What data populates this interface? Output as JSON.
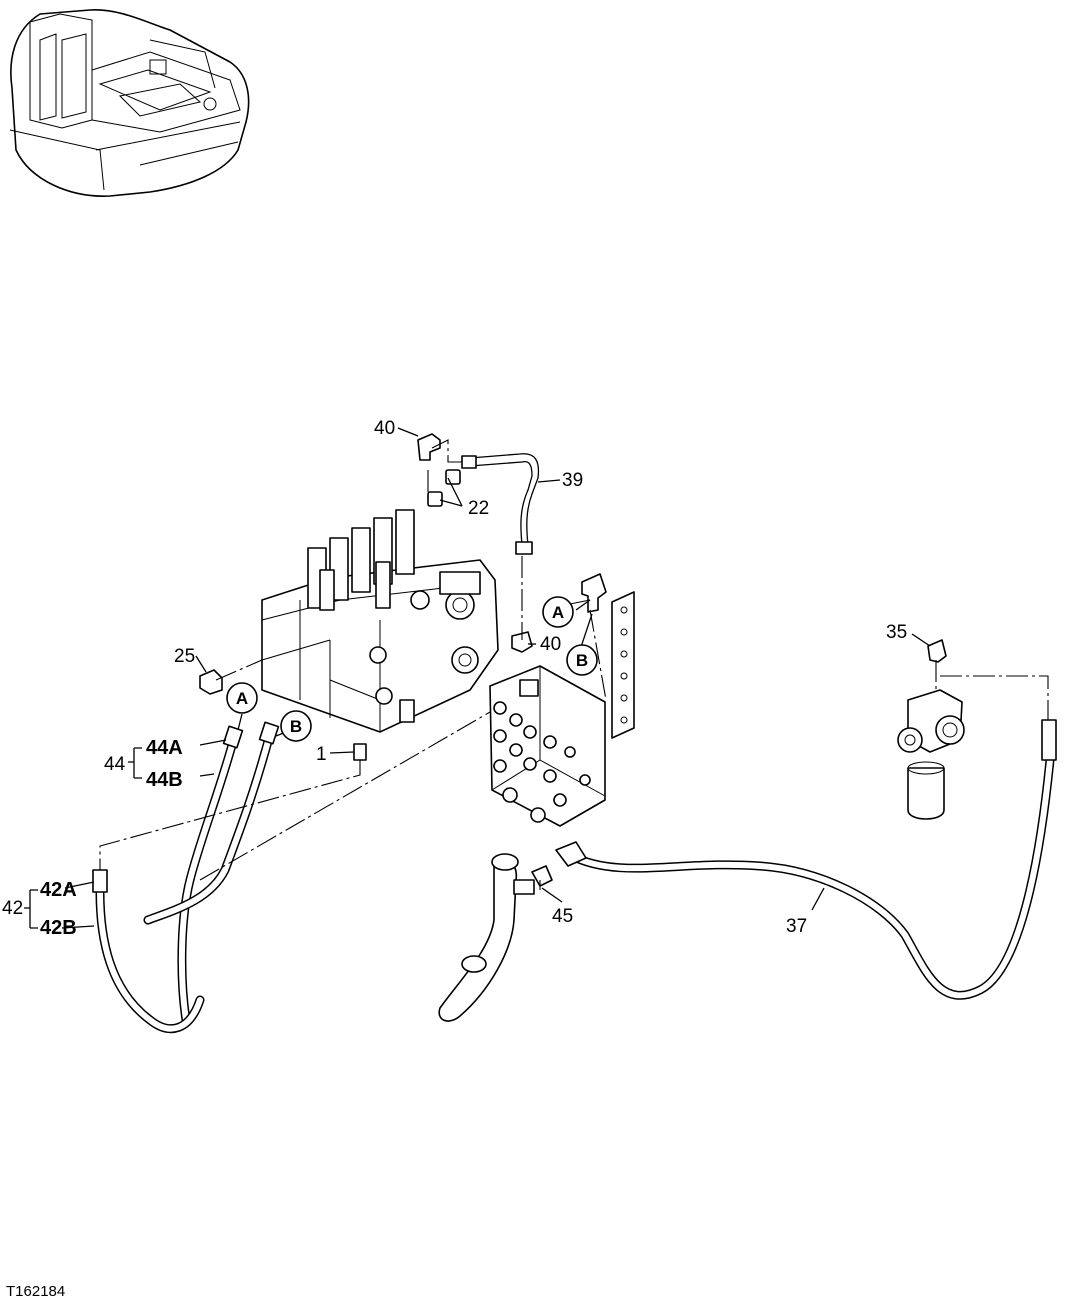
{
  "figure_id": "T162184",
  "callouts": {
    "c40_top": "40",
    "c39": "39",
    "c22": "22",
    "c40_mid": "40",
    "c25": "25",
    "c1": "1",
    "c44": "44",
    "c44a": "44A",
    "c44b": "44B",
    "c42": "42",
    "c42a": "42A",
    "c42b": "42B",
    "c45": "45",
    "c37": "37",
    "c35": "35"
  },
  "connectors": {
    "a_left": "A",
    "b_left": "B",
    "a_right": "A",
    "b_right": "B"
  }
}
